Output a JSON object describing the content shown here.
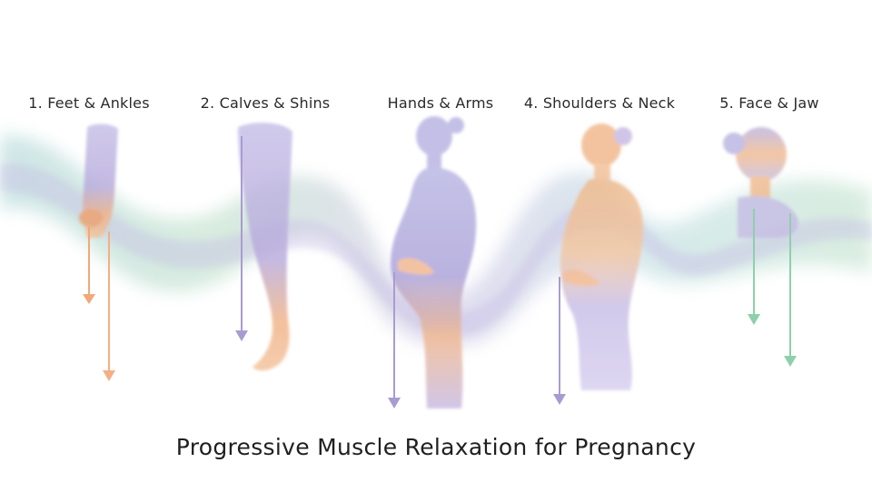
{
  "title": "Progressive Muscle Relaxation for Pregnancy",
  "steps": [
    {
      "label": "1. Feet & Ankles",
      "icon": "lower-legs-feet-icon"
    },
    {
      "label": "2. Calves & Shins",
      "icon": "leg-calf-icon"
    },
    {
      "label": "Hands & Arms",
      "icon": "pregnant-figure-hands-icon"
    },
    {
      "label": "4. Shoulders & Neck",
      "icon": "pregnant-figure-shoulders-icon"
    },
    {
      "label": "5. Face & Jaw",
      "icon": "head-profile-icon"
    }
  ],
  "colors": {
    "lavender": "#a99bd1",
    "orange": "#eea36e",
    "mint": "#9fd1b8",
    "teal": "#9ccbcf",
    "text": "#222222"
  }
}
